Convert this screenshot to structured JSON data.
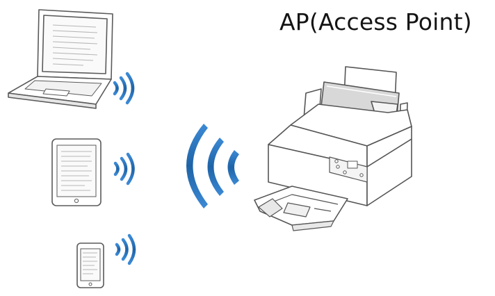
{
  "diagram": {
    "title": "AP(Access Point)",
    "colors": {
      "signal_blue": "#1e63a6",
      "signal_blue_light": "#3c8ad6",
      "line_art": "#5a5a5a",
      "device_fill": "#ffffff",
      "paper_fill": "#d8d8d8"
    },
    "nodes": [
      {
        "id": "laptop",
        "icon": "laptop-icon"
      },
      {
        "id": "tablet",
        "icon": "tablet-icon"
      },
      {
        "id": "phone",
        "icon": "smartphone-icon"
      },
      {
        "id": "scanner",
        "icon": "document-scanner-icon"
      }
    ],
    "signals": [
      {
        "from": "laptop",
        "icon": "wifi-signal-icon"
      },
      {
        "from": "tablet",
        "icon": "wifi-signal-icon"
      },
      {
        "from": "phone",
        "icon": "wifi-signal-icon"
      },
      {
        "from": "scanner",
        "icon": "wifi-broadcast-icon"
      }
    ]
  }
}
